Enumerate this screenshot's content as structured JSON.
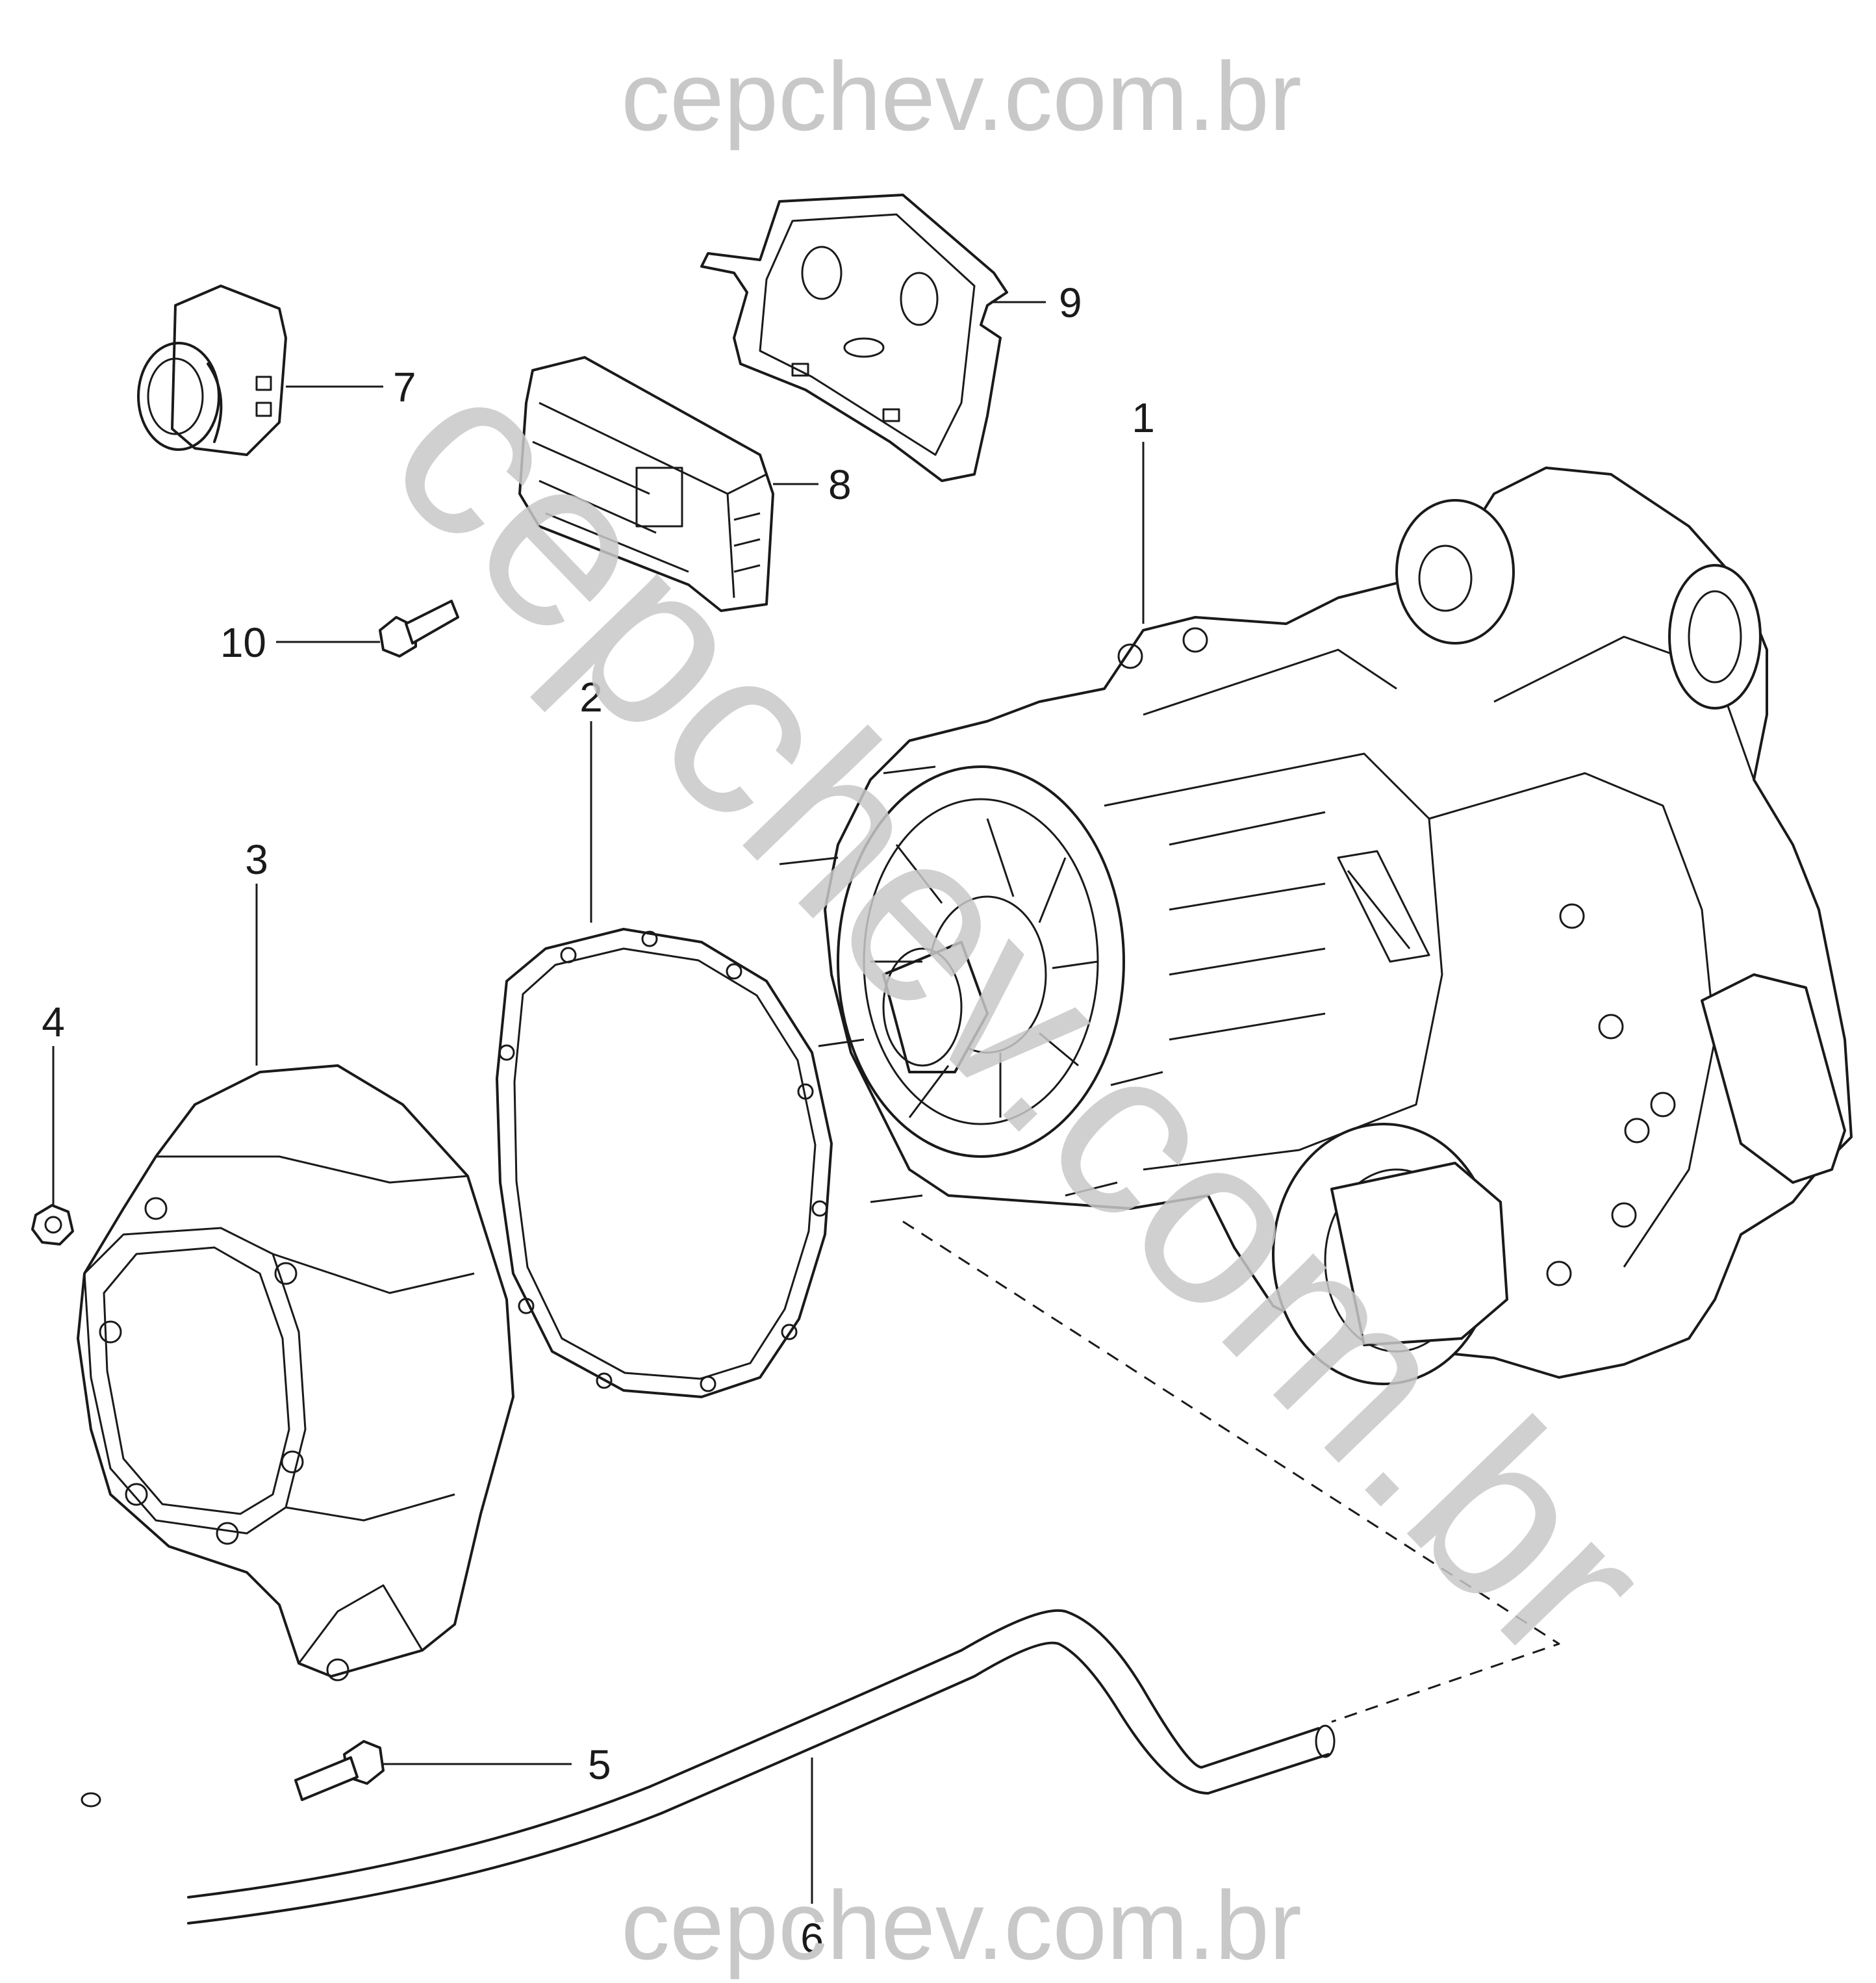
{
  "watermark": {
    "top": "cepchev.com.br",
    "bottom": "cepchev.com.br",
    "diagonal": "cepchev.com.br"
  },
  "callouts": {
    "c1": "1",
    "c2": "2",
    "c3": "3",
    "c4": "4",
    "c5": "5",
    "c6": "6",
    "c7": "7",
    "c8": "8",
    "c9": "9",
    "c10": "10"
  },
  "colors": {
    "line": "#1a1a1a",
    "watermark": "#c8c8c8",
    "background": "#ffffff"
  }
}
